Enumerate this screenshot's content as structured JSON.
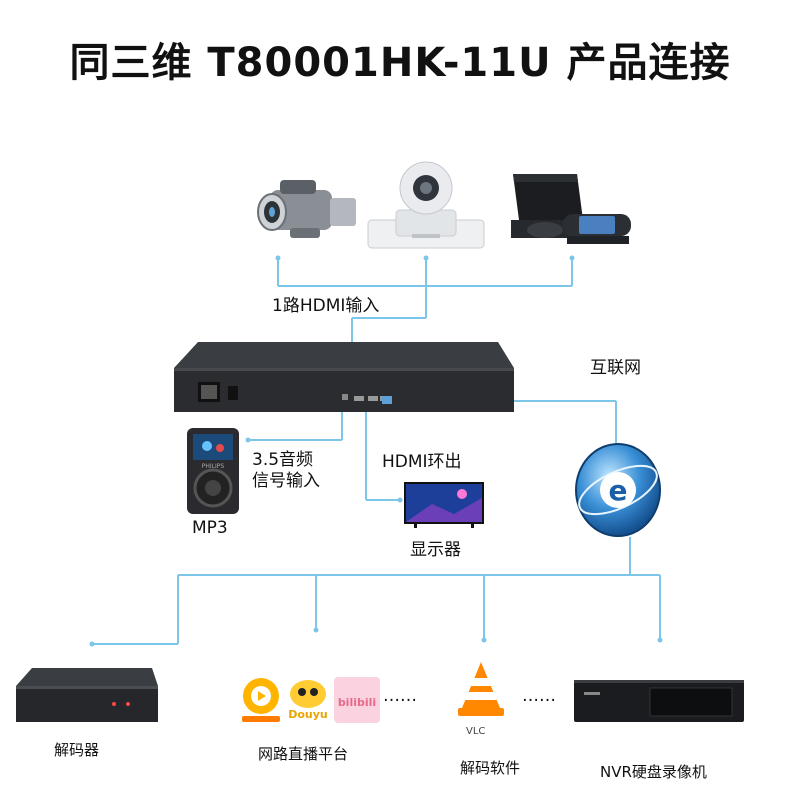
{
  "title": "同三维 T80001HK-11U 产品连接",
  "labels": {
    "hdmi_in": "1路HDMI输入",
    "internet": "互联网",
    "audio_in_line1": "3.5音频",
    "audio_in_line2": "信号输入",
    "mp3": "MP3",
    "hdmi_out": "HDMI环出",
    "display": "显示器",
    "decoder": "解码器",
    "live_platform": "网路直播平台",
    "decode_software": "解码软件",
    "nvr": "NVR硬盘录像机",
    "vlc": "VLC",
    "ellipsis": "……",
    "philips": "PHILIPS",
    "douyu": "Douyu",
    "bilibili": "bilibili"
  },
  "colors": {
    "line": "#7cc6ea",
    "device_dark": "#222222"
  }
}
